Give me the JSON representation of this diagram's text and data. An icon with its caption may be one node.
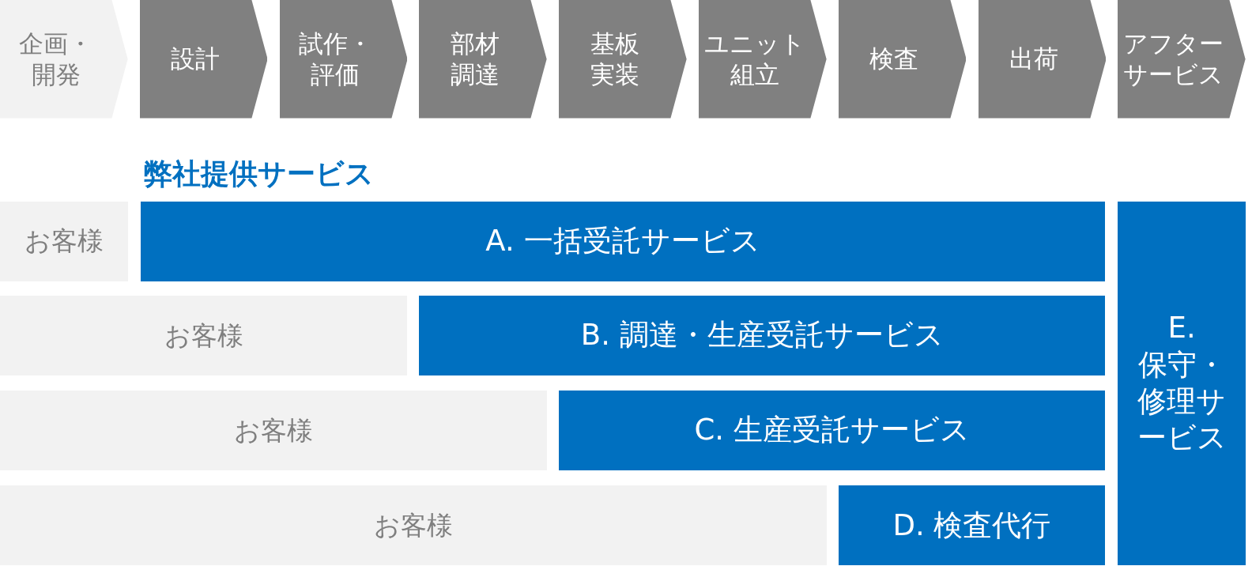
{
  "diagram": {
    "title": "弊社提供サービス",
    "nodes": [
      {
        "text": [
          "企画・開発"
        ]
      },
      {
        "text": [
          "設計"
        ]
      },
      {
        "text": [
          "試作・評価"
        ]
      },
      {
        "text": [
          "部材調達"
        ]
      },
      {
        "text": [
          "基板実装"
        ]
      },
      {
        "text": [
          "ユニット組立"
        ]
      },
      {
        "text": [
          "検査"
        ]
      },
      {
        "text": [
          "出荷"
        ]
      },
      {
        "text": [
          "アフターサービス"
        ]
      },
      {
        "text": [
          "お客様"
        ]
      },
      {
        "text": [
          "A. 一括受託サービス"
        ]
      },
      {
        "text": [
          "E. 保守・修理サービス"
        ]
      },
      {
        "text": [
          "お客様"
        ]
      },
      {
        "text": [
          "B. 調達・生産受託サービス"
        ]
      },
      {
        "text": [
          "お客様"
        ]
      },
      {
        "text": [
          "C. 生産受託サービス"
        ]
      },
      {
        "text": [
          "お客様"
        ]
      },
      {
        "text": [
          "D. 検査代行"
        ]
      }
    ]
  }
}
